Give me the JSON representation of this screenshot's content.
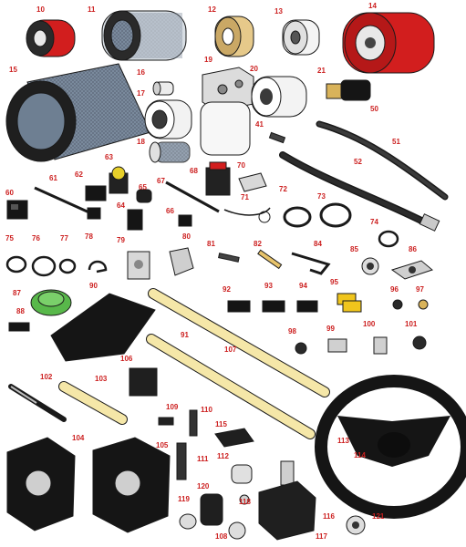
{
  "title": "",
  "callouts": [
    "10",
    "11",
    "12",
    "13",
    "14",
    "15",
    "16",
    "17",
    "18",
    "19",
    "20",
    "21",
    "41",
    "50",
    "51",
    "52",
    "60",
    "61",
    "62",
    "63",
    "64",
    "65",
    "66",
    "67",
    "68",
    "70",
    "71",
    "72",
    "73",
    "74",
    "75",
    "76",
    "77",
    "78",
    "79",
    "80",
    "81",
    "82",
    "84",
    "85",
    "86",
    "87",
    "88",
    "90",
    "91",
    "92",
    "93",
    "94",
    "95",
    "96",
    "97",
    "98",
    "99",
    "100",
    "101",
    "102",
    "103",
    "104",
    "105",
    "106",
    "107",
    "108",
    "109",
    "110",
    "111",
    "112",
    "113",
    "114",
    "115",
    "116",
    "117",
    "118",
    "119",
    "120",
    "121"
  ],
  "colors": {
    "label": "#cc1f1f",
    "outline": "#1a1a1a",
    "filter_red": "#d21e1e",
    "tan": "#e6c98a",
    "black": "#151515",
    "green": "#58b84a",
    "yellow": "#f5e7a8",
    "gray": "#bdbdbd"
  }
}
